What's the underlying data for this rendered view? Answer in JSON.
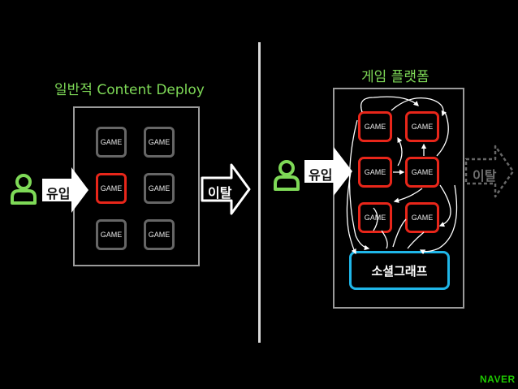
{
  "left": {
    "title": "일반적 Content Deploy",
    "inflow_label": "유입",
    "outflow_label": "이탈",
    "games": [
      "GAME",
      "GAME",
      "GAME",
      "GAME",
      "GAME",
      "GAME"
    ]
  },
  "right": {
    "title": "게임 플랫폼",
    "inflow_label": "유입",
    "outflow_label": "이탈",
    "games": [
      "GAME",
      "GAME",
      "GAME",
      "GAME",
      "GAME",
      "GAME"
    ],
    "social_graph_label": "소셜그래프"
  },
  "colors": {
    "title_green": "#7ed957",
    "user_icon_green": "#7ed957",
    "highlight_red": "#e8261a",
    "social_blue": "#1fb6e8",
    "naver_green": "#1ec800"
  },
  "logo": "NAVER"
}
